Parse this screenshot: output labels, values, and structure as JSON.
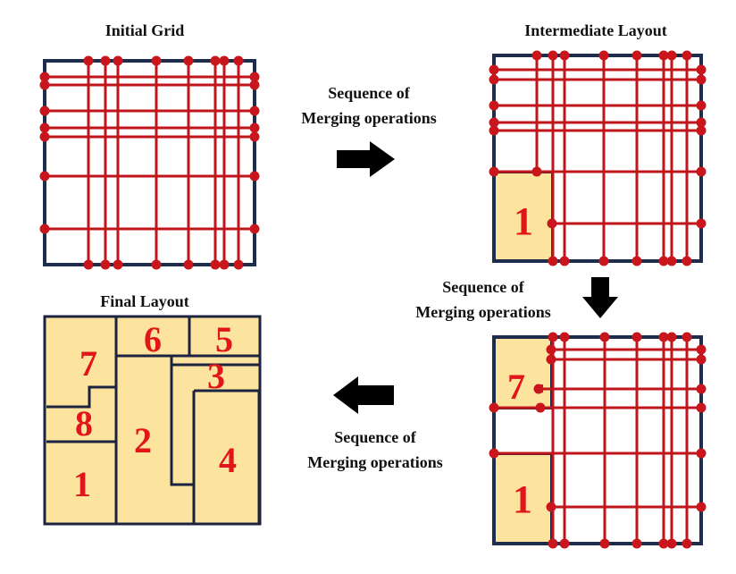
{
  "colors": {
    "frame": "#1f2d4d",
    "grid_line": "#c0161b",
    "node": "#c8161c",
    "room_fill": "#fde49e",
    "room_border": "#1b2340",
    "room_label": "#e1161b",
    "arrow": "#000000"
  },
  "titles": {
    "initial": "Initial Grid",
    "intermediate": "Intermediate Layout",
    "final": "Final Layout"
  },
  "captions": {
    "a1": "Sequence of",
    "a2": "Merging operations"
  },
  "rooms": {
    "intermediate_1": "1",
    "third_7": "7",
    "third_1": "1",
    "final": {
      "r1": "1",
      "r2": "2",
      "r3": "3",
      "r4": "4",
      "r5": "5",
      "r6": "6",
      "r7": "7",
      "r8": "8"
    }
  }
}
